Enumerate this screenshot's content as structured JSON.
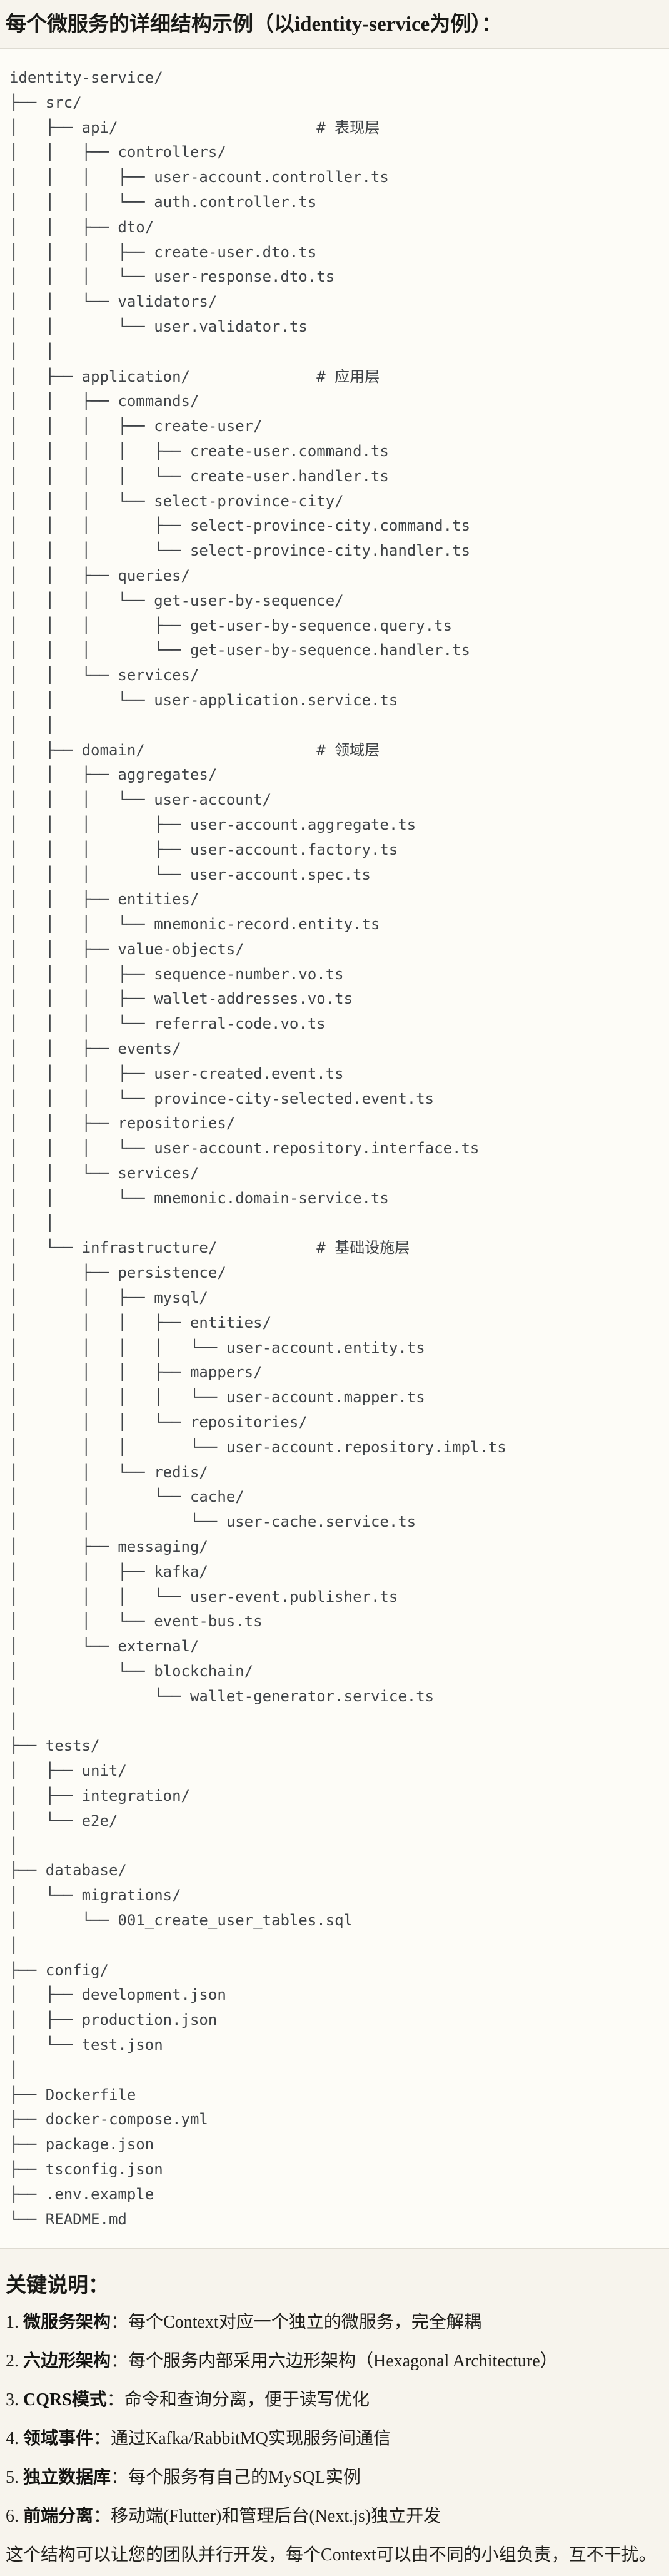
{
  "page": {
    "title": "每个微服务的详细结构示例（以identity-service为例）："
  },
  "colors": {
    "page_background": "#f7f4ed",
    "code_background": "#fdfcf7",
    "divider": "#dedbd2",
    "code_text": "#3f4347",
    "heading_text": "#1a1a17",
    "body_text": "#21201c"
  },
  "tree": {
    "lines": [
      "identity-service/",
      "├── src/",
      "│   ├── api/                      # 表现层",
      "│   │   ├── controllers/",
      "│   │   │   ├── user-account.controller.ts",
      "│   │   │   └── auth.controller.ts",
      "│   │   ├── dto/",
      "│   │   │   ├── create-user.dto.ts",
      "│   │   │   └── user-response.dto.ts",
      "│   │   └── validators/",
      "│   │       └── user.validator.ts",
      "│   │",
      "│   ├── application/              # 应用层",
      "│   │   ├── commands/",
      "│   │   │   ├── create-user/",
      "│   │   │   │   ├── create-user.command.ts",
      "│   │   │   │   └── create-user.handler.ts",
      "│   │   │   └── select-province-city/",
      "│   │   │       ├── select-province-city.command.ts",
      "│   │   │       └── select-province-city.handler.ts",
      "│   │   ├── queries/",
      "│   │   │   └── get-user-by-sequence/",
      "│   │   │       ├── get-user-by-sequence.query.ts",
      "│   │   │       └── get-user-by-sequence.handler.ts",
      "│   │   └── services/",
      "│   │       └── user-application.service.ts",
      "│   │",
      "│   ├── domain/                   # 领域层",
      "│   │   ├── aggregates/",
      "│   │   │   └── user-account/",
      "│   │   │       ├── user-account.aggregate.ts",
      "│   │   │       ├── user-account.factory.ts",
      "│   │   │       └── user-account.spec.ts",
      "│   │   ├── entities/",
      "│   │   │   └── mnemonic-record.entity.ts",
      "│   │   ├── value-objects/",
      "│   │   │   ├── sequence-number.vo.ts",
      "│   │   │   ├── wallet-addresses.vo.ts",
      "│   │   │   └── referral-code.vo.ts",
      "│   │   ├── events/",
      "│   │   │   ├── user-created.event.ts",
      "│   │   │   └── province-city-selected.event.ts",
      "│   │   ├── repositories/",
      "│   │   │   └── user-account.repository.interface.ts",
      "│   │   └── services/",
      "│   │       └── mnemonic.domain-service.ts",
      "│   │",
      "│   └── infrastructure/           # 基础设施层",
      "│       ├── persistence/",
      "│       │   ├── mysql/",
      "│       │   │   ├── entities/",
      "│       │   │   │   └── user-account.entity.ts",
      "│       │   │   ├── mappers/",
      "│       │   │   │   └── user-account.mapper.ts",
      "│       │   │   └── repositories/",
      "│       │   │       └── user-account.repository.impl.ts",
      "│       │   └── redis/",
      "│       │       └── cache/",
      "│       │           └── user-cache.service.ts",
      "│       ├── messaging/",
      "│       │   ├── kafka/",
      "│       │   │   └── user-event.publisher.ts",
      "│       │   └── event-bus.ts",
      "│       └── external/",
      "│           └── blockchain/",
      "│               └── wallet-generator.service.ts",
      "│",
      "├── tests/",
      "│   ├── unit/",
      "│   ├── integration/",
      "│   └── e2e/",
      "│",
      "├── database/",
      "│   └── migrations/",
      "│       └── 001_create_user_tables.sql",
      "│",
      "├── config/",
      "│   ├── development.json",
      "│   ├── production.json",
      "│   └── test.json",
      "│",
      "├── Dockerfile",
      "├── docker-compose.yml",
      "├── package.json",
      "├── tsconfig.json",
      "├── .env.example",
      "└── README.md"
    ]
  },
  "notes": {
    "heading": "关键说明：",
    "items": [
      {
        "num": "1.",
        "term": "微服务架构",
        "colon": "：",
        "text": "每个Context对应一个独立的微服务，完全解耦"
      },
      {
        "num": "2.",
        "term": "六边形架构",
        "colon": "：",
        "text": "每个服务内部采用六边形架构（Hexagonal Architecture）"
      },
      {
        "num": "3.",
        "term": "CQRS模式",
        "colon": "：",
        "text": "命令和查询分离，便于读写优化"
      },
      {
        "num": "4.",
        "term": "领域事件",
        "colon": "：",
        "text": "通过Kafka/RabbitMQ实现服务间通信"
      },
      {
        "num": "5.",
        "term": "独立数据库",
        "colon": "：",
        "text": "每个服务有自己的MySQL实例"
      },
      {
        "num": "6.",
        "term": "前端分离",
        "colon": "：",
        "text": "移动端(Flutter)和管理后台(Next.js)独立开发"
      }
    ]
  },
  "footer": {
    "text": "这个结构可以让您的团队并行开发，每个Context可以由不同的小组负责，互不干扰。"
  }
}
